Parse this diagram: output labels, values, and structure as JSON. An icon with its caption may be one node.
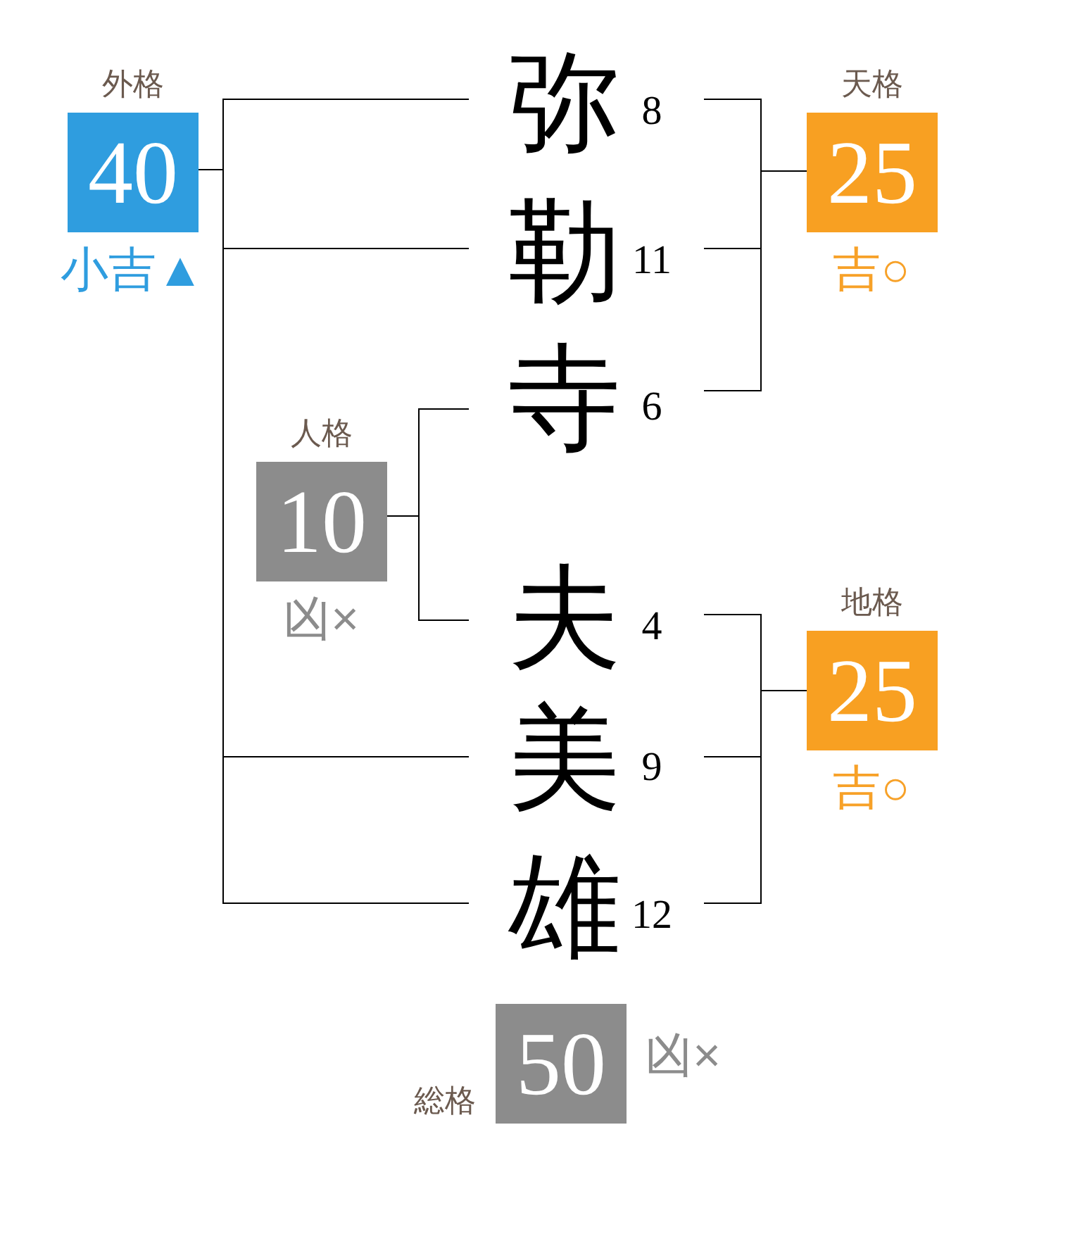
{
  "diagram": {
    "nodes": [
      {
        "text": [
          "外格",
          "40"
        ],
        "beside": [
          "小吉▲"
        ]
      },
      {
        "text": [
          "弥"
        ],
        "beside": [
          "8"
        ]
      },
      {
        "text": [
          "天格",
          "25"
        ],
        "beside": [
          "吉○"
        ]
      },
      {
        "text": [
          "勒"
        ],
        "beside": [
          "11"
        ]
      },
      {
        "text": [
          "寺"
        ],
        "beside": [
          "6"
        ]
      },
      {
        "text": [
          "人格",
          "10"
        ],
        "beside": [
          "凶×"
        ]
      },
      {
        "text": [
          "夫"
        ],
        "beside": [
          "4"
        ]
      },
      {
        "text": [
          "地格",
          "25"
        ],
        "beside": [
          "吉○"
        ]
      },
      {
        "text": [
          "美"
        ],
        "beside": [
          "9"
        ]
      },
      {
        "text": [
          "雄"
        ],
        "beside": [
          "12"
        ]
      },
      {
        "text": [
          "総格",
          "50"
        ],
        "beside": [
          "凶×"
        ]
      }
    ],
    "edges": [
      {
        "from": 1,
        "to": 0,
        "arrow": "none"
      },
      {
        "from": 3,
        "to": 0,
        "arrow": "none"
      },
      {
        "from": 8,
        "to": 0,
        "arrow": "none"
      },
      {
        "from": 9,
        "to": 0,
        "arrow": "none"
      },
      {
        "from": 1,
        "to": 2,
        "arrow": "none"
      },
      {
        "from": 3,
        "to": 2,
        "arrow": "none"
      },
      {
        "from": 4,
        "to": 2,
        "arrow": "none"
      },
      {
        "from": 4,
        "to": 5,
        "arrow": "none"
      },
      {
        "from": 6,
        "to": 5,
        "arrow": "none"
      },
      {
        "from": 6,
        "to": 7,
        "arrow": "none"
      },
      {
        "from": 8,
        "to": 7,
        "arrow": "none"
      },
      {
        "from": 9,
        "to": 7,
        "arrow": "none"
      }
    ]
  }
}
